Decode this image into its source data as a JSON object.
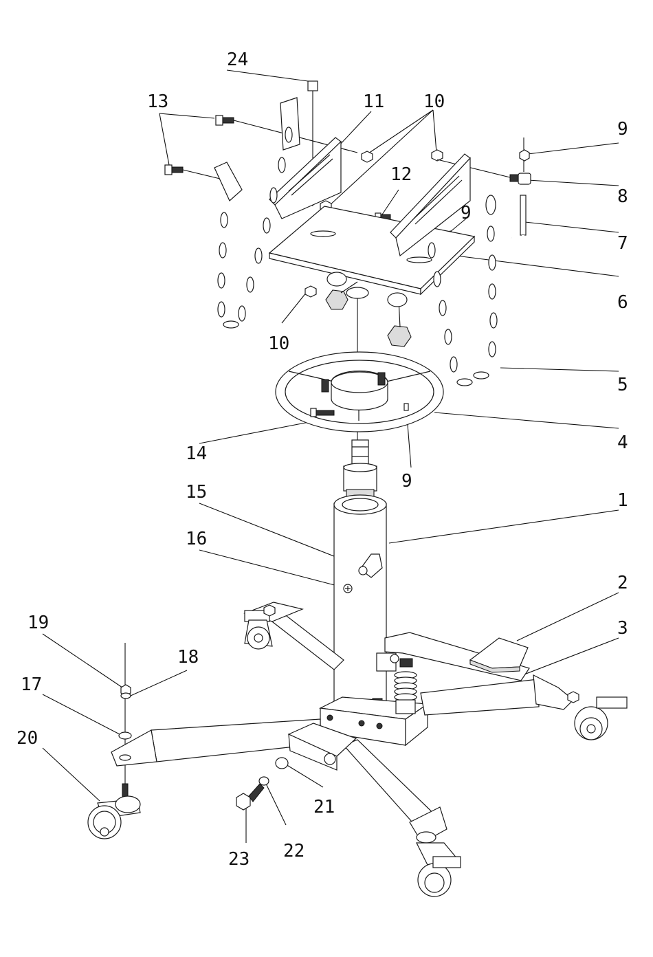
{
  "diagram": {
    "type": "exploded parts diagram",
    "colors": {
      "line": "#1a1a1a",
      "background": "#ffffff",
      "shade": "#dcdcdc"
    },
    "callouts": [
      {
        "id": "c24",
        "label": "24"
      },
      {
        "id": "c13",
        "label": "13"
      },
      {
        "id": "c11",
        "label": "11"
      },
      {
        "id": "c10a",
        "label": "10"
      },
      {
        "id": "c9a",
        "label": "9"
      },
      {
        "id": "c12",
        "label": "12"
      },
      {
        "id": "c9b",
        "label": "9"
      },
      {
        "id": "c8",
        "label": "8"
      },
      {
        "id": "c7",
        "label": "7"
      },
      {
        "id": "c6",
        "label": "6"
      },
      {
        "id": "c10b",
        "label": "10"
      },
      {
        "id": "c5",
        "label": "5"
      },
      {
        "id": "c4",
        "label": "4"
      },
      {
        "id": "c14",
        "label": "14"
      },
      {
        "id": "c9c",
        "label": "9"
      },
      {
        "id": "c15",
        "label": "15"
      },
      {
        "id": "c1",
        "label": "1"
      },
      {
        "id": "c16",
        "label": "16"
      },
      {
        "id": "c2",
        "label": "2"
      },
      {
        "id": "c3",
        "label": "3"
      },
      {
        "id": "c19",
        "label": "19"
      },
      {
        "id": "c18",
        "label": "18"
      },
      {
        "id": "c17",
        "label": "17"
      },
      {
        "id": "c20",
        "label": "20"
      },
      {
        "id": "c21",
        "label": "21"
      },
      {
        "id": "c22",
        "label": "22"
      },
      {
        "id": "c23",
        "label": "23"
      }
    ]
  }
}
